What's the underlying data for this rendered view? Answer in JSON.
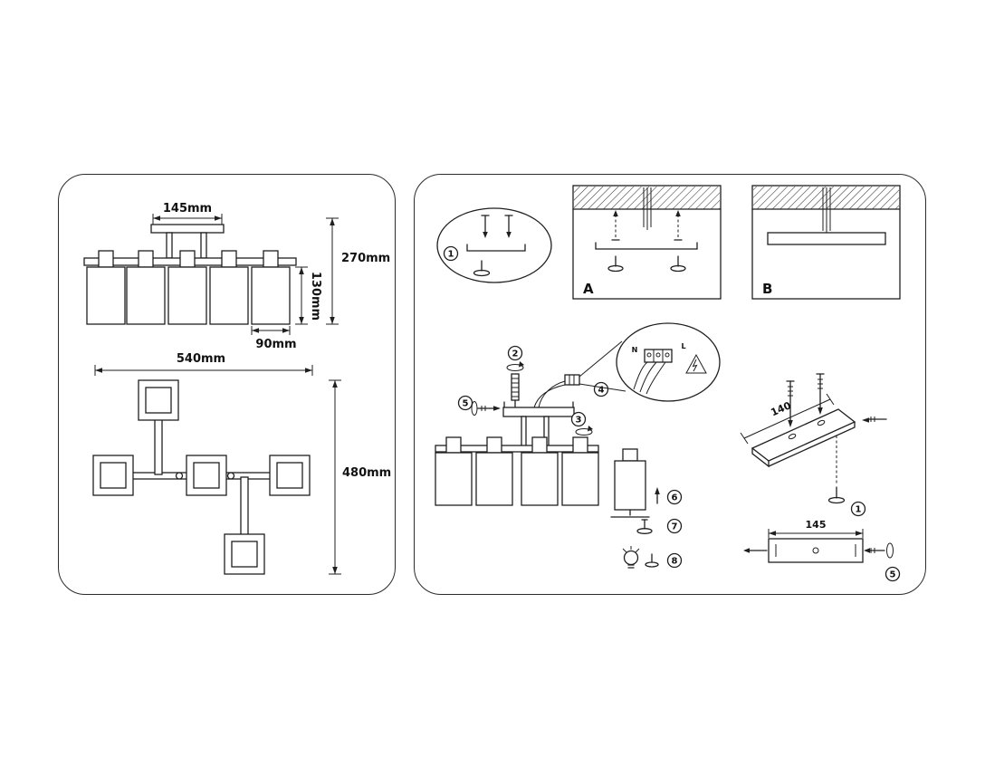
{
  "left_panel": {
    "front_view": {
      "plate_width": "145mm",
      "total_height": "270mm",
      "shade_height": "130mm",
      "shade_width": "90mm"
    },
    "plan_view": {
      "width": "540mm",
      "depth": "480mm"
    }
  },
  "right_panel": {
    "steps": {
      "step1": "1",
      "step2": "2",
      "step3": "3",
      "step4": "4",
      "step5": "5",
      "step6": "6",
      "step7": "7",
      "step8": "8"
    },
    "mounting_options": {
      "option_a": "A",
      "option_b": "B"
    },
    "bracket_dimensions": {
      "iso_length": "140",
      "front_length": "145"
    },
    "wiring": {
      "neutral_label": "N",
      "live_label": "L"
    }
  }
}
